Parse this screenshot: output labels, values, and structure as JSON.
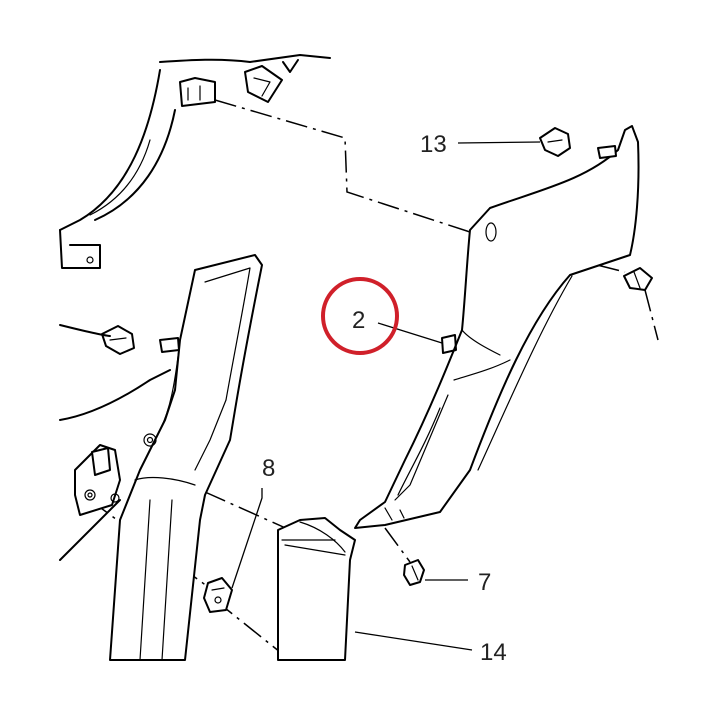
{
  "diagram": {
    "callouts": [
      {
        "id": "c2",
        "text": "2"
      },
      {
        "id": "c7",
        "text": "7"
      },
      {
        "id": "c8",
        "text": "8"
      },
      {
        "id": "c13",
        "text": "13"
      },
      {
        "id": "c14",
        "text": "14"
      }
    ],
    "highlight": {
      "callout": "2",
      "color": "#d0202a"
    },
    "line_color": "#000000",
    "label_color": "#222222"
  }
}
